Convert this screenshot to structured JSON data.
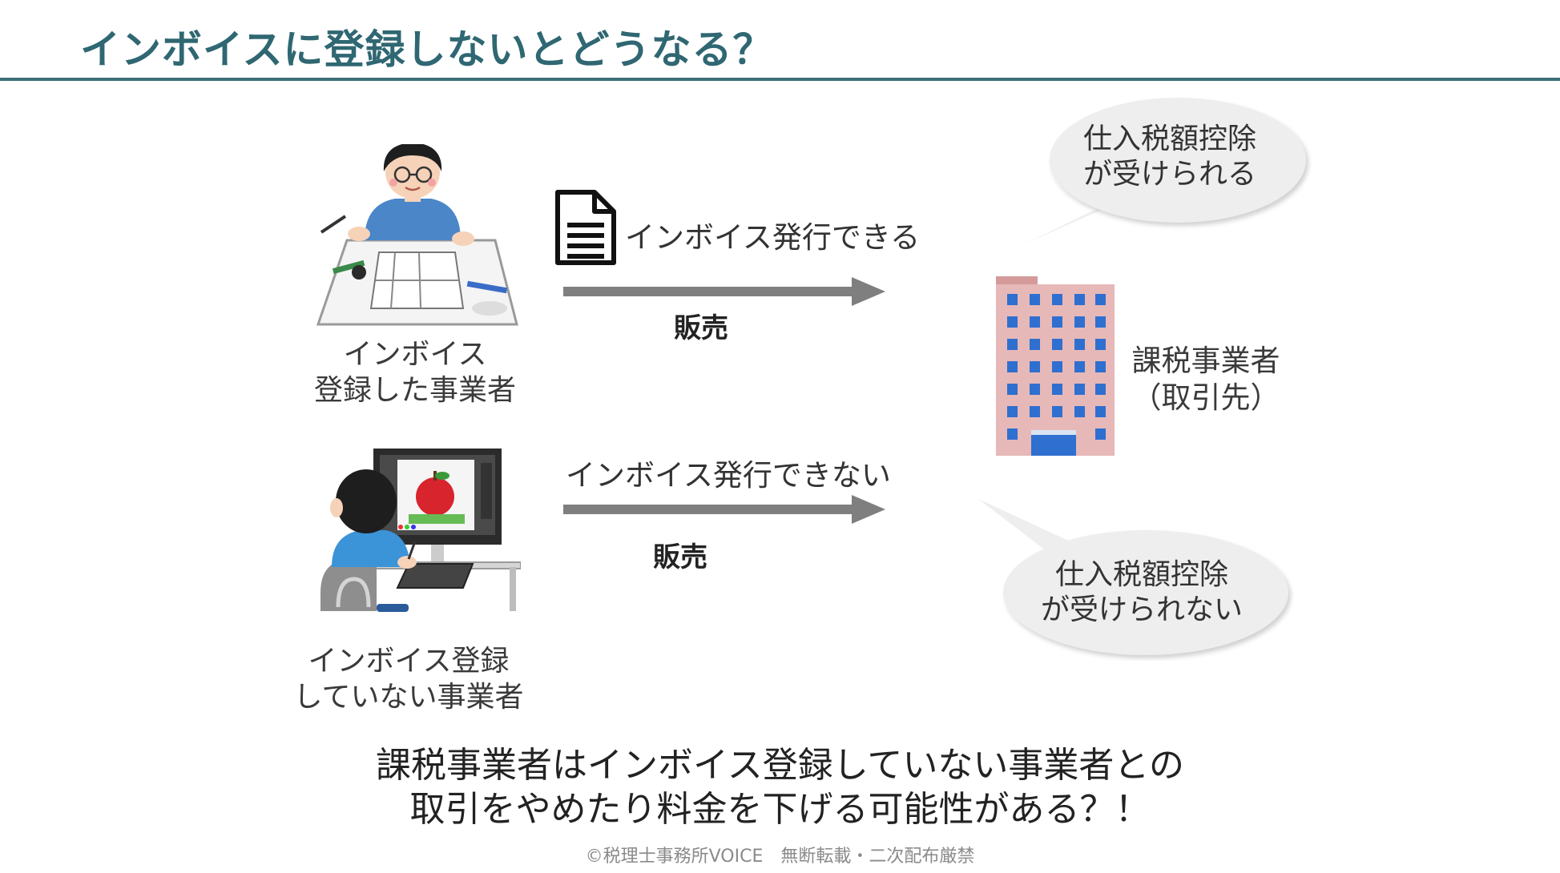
{
  "title": "インボイスに登録しないとどうなる？",
  "registered_business": {
    "label_line1": "インボイス",
    "label_line2": "登録した事業者"
  },
  "unregistered_business": {
    "label_line1": "インボイス登録",
    "label_line2": "していない事業者"
  },
  "arrow_top": {
    "caption": "インボイス発行できる",
    "label": "販売",
    "icon": "document-icon"
  },
  "arrow_bottom": {
    "caption": "インボイス発行できない",
    "label": "販売"
  },
  "taxable_business": {
    "label_line1": "課税事業者",
    "label_line2": "（取引先）",
    "icon": "office-building-icon"
  },
  "bubble_top": {
    "line1": "仕入税額控除",
    "line2": "が受けられる"
  },
  "bubble_bottom": {
    "line1": "仕入税額控除",
    "line2": "が受けられない"
  },
  "bottom_message": {
    "line1": "課税事業者はインボイス登録していない事業者との",
    "line2": "取引をやめたり料金を下げる可能性がある？！"
  },
  "copyright": "©税理士事務所VOICE　無断転載・二次配布厳禁",
  "colors": {
    "title": "#2f6772",
    "rule": "#3e6f78",
    "arrow": "#7f7f7f",
    "bubble": "#eeeeee",
    "building": "#e7b8b8",
    "window": "#2f6fd0"
  }
}
